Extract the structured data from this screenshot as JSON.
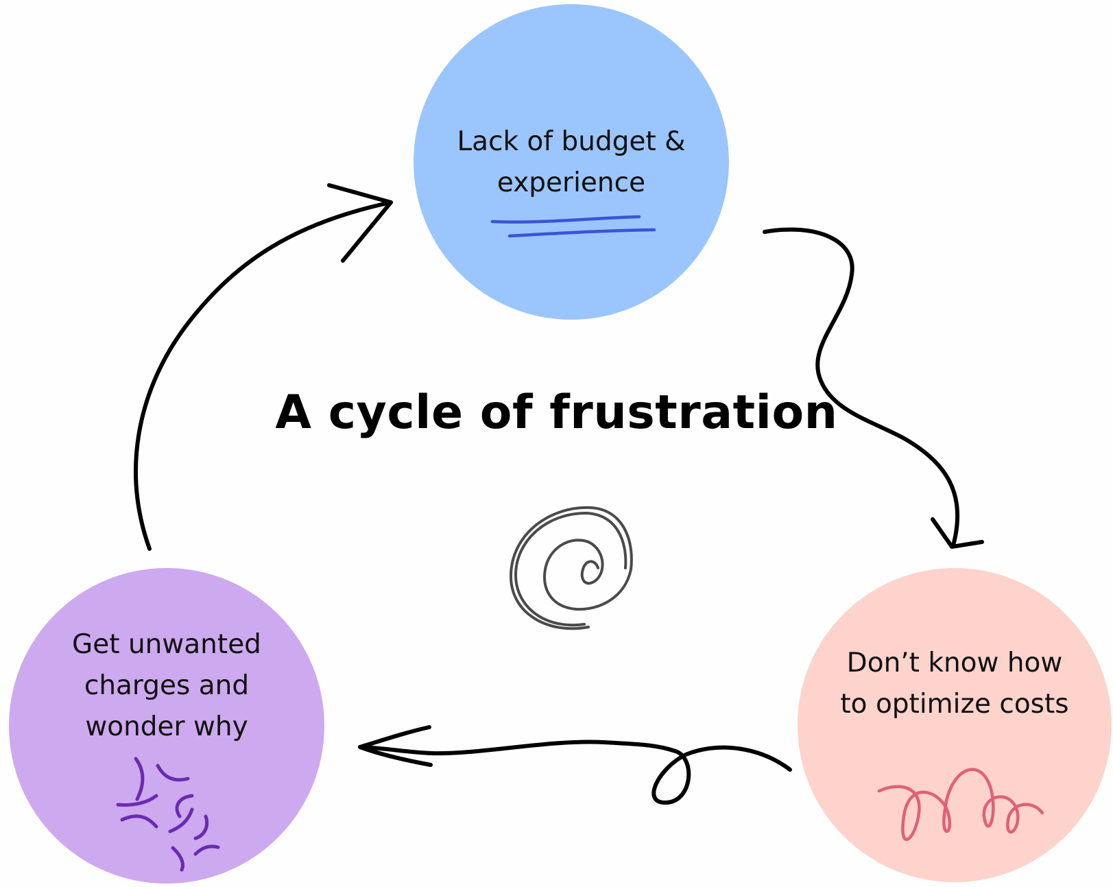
{
  "title": "A cycle of frustration",
  "nodes": [
    {
      "id": "budget",
      "label": "Lack of budget &\nexperience",
      "color": "#9bc5fd"
    },
    {
      "id": "optimize",
      "label": "Don’t know how\nto optimize costs",
      "color": "#fdd3cc"
    },
    {
      "id": "charges",
      "label": "Get unwanted\ncharges and\nwonder why",
      "color": "#cda9ef"
    }
  ],
  "accents": {
    "underline": "#3a55d4",
    "scribble": "#e06078",
    "anger": "#6a2bb0",
    "arrow": "#000000",
    "spiral": "#4a4a4a"
  }
}
